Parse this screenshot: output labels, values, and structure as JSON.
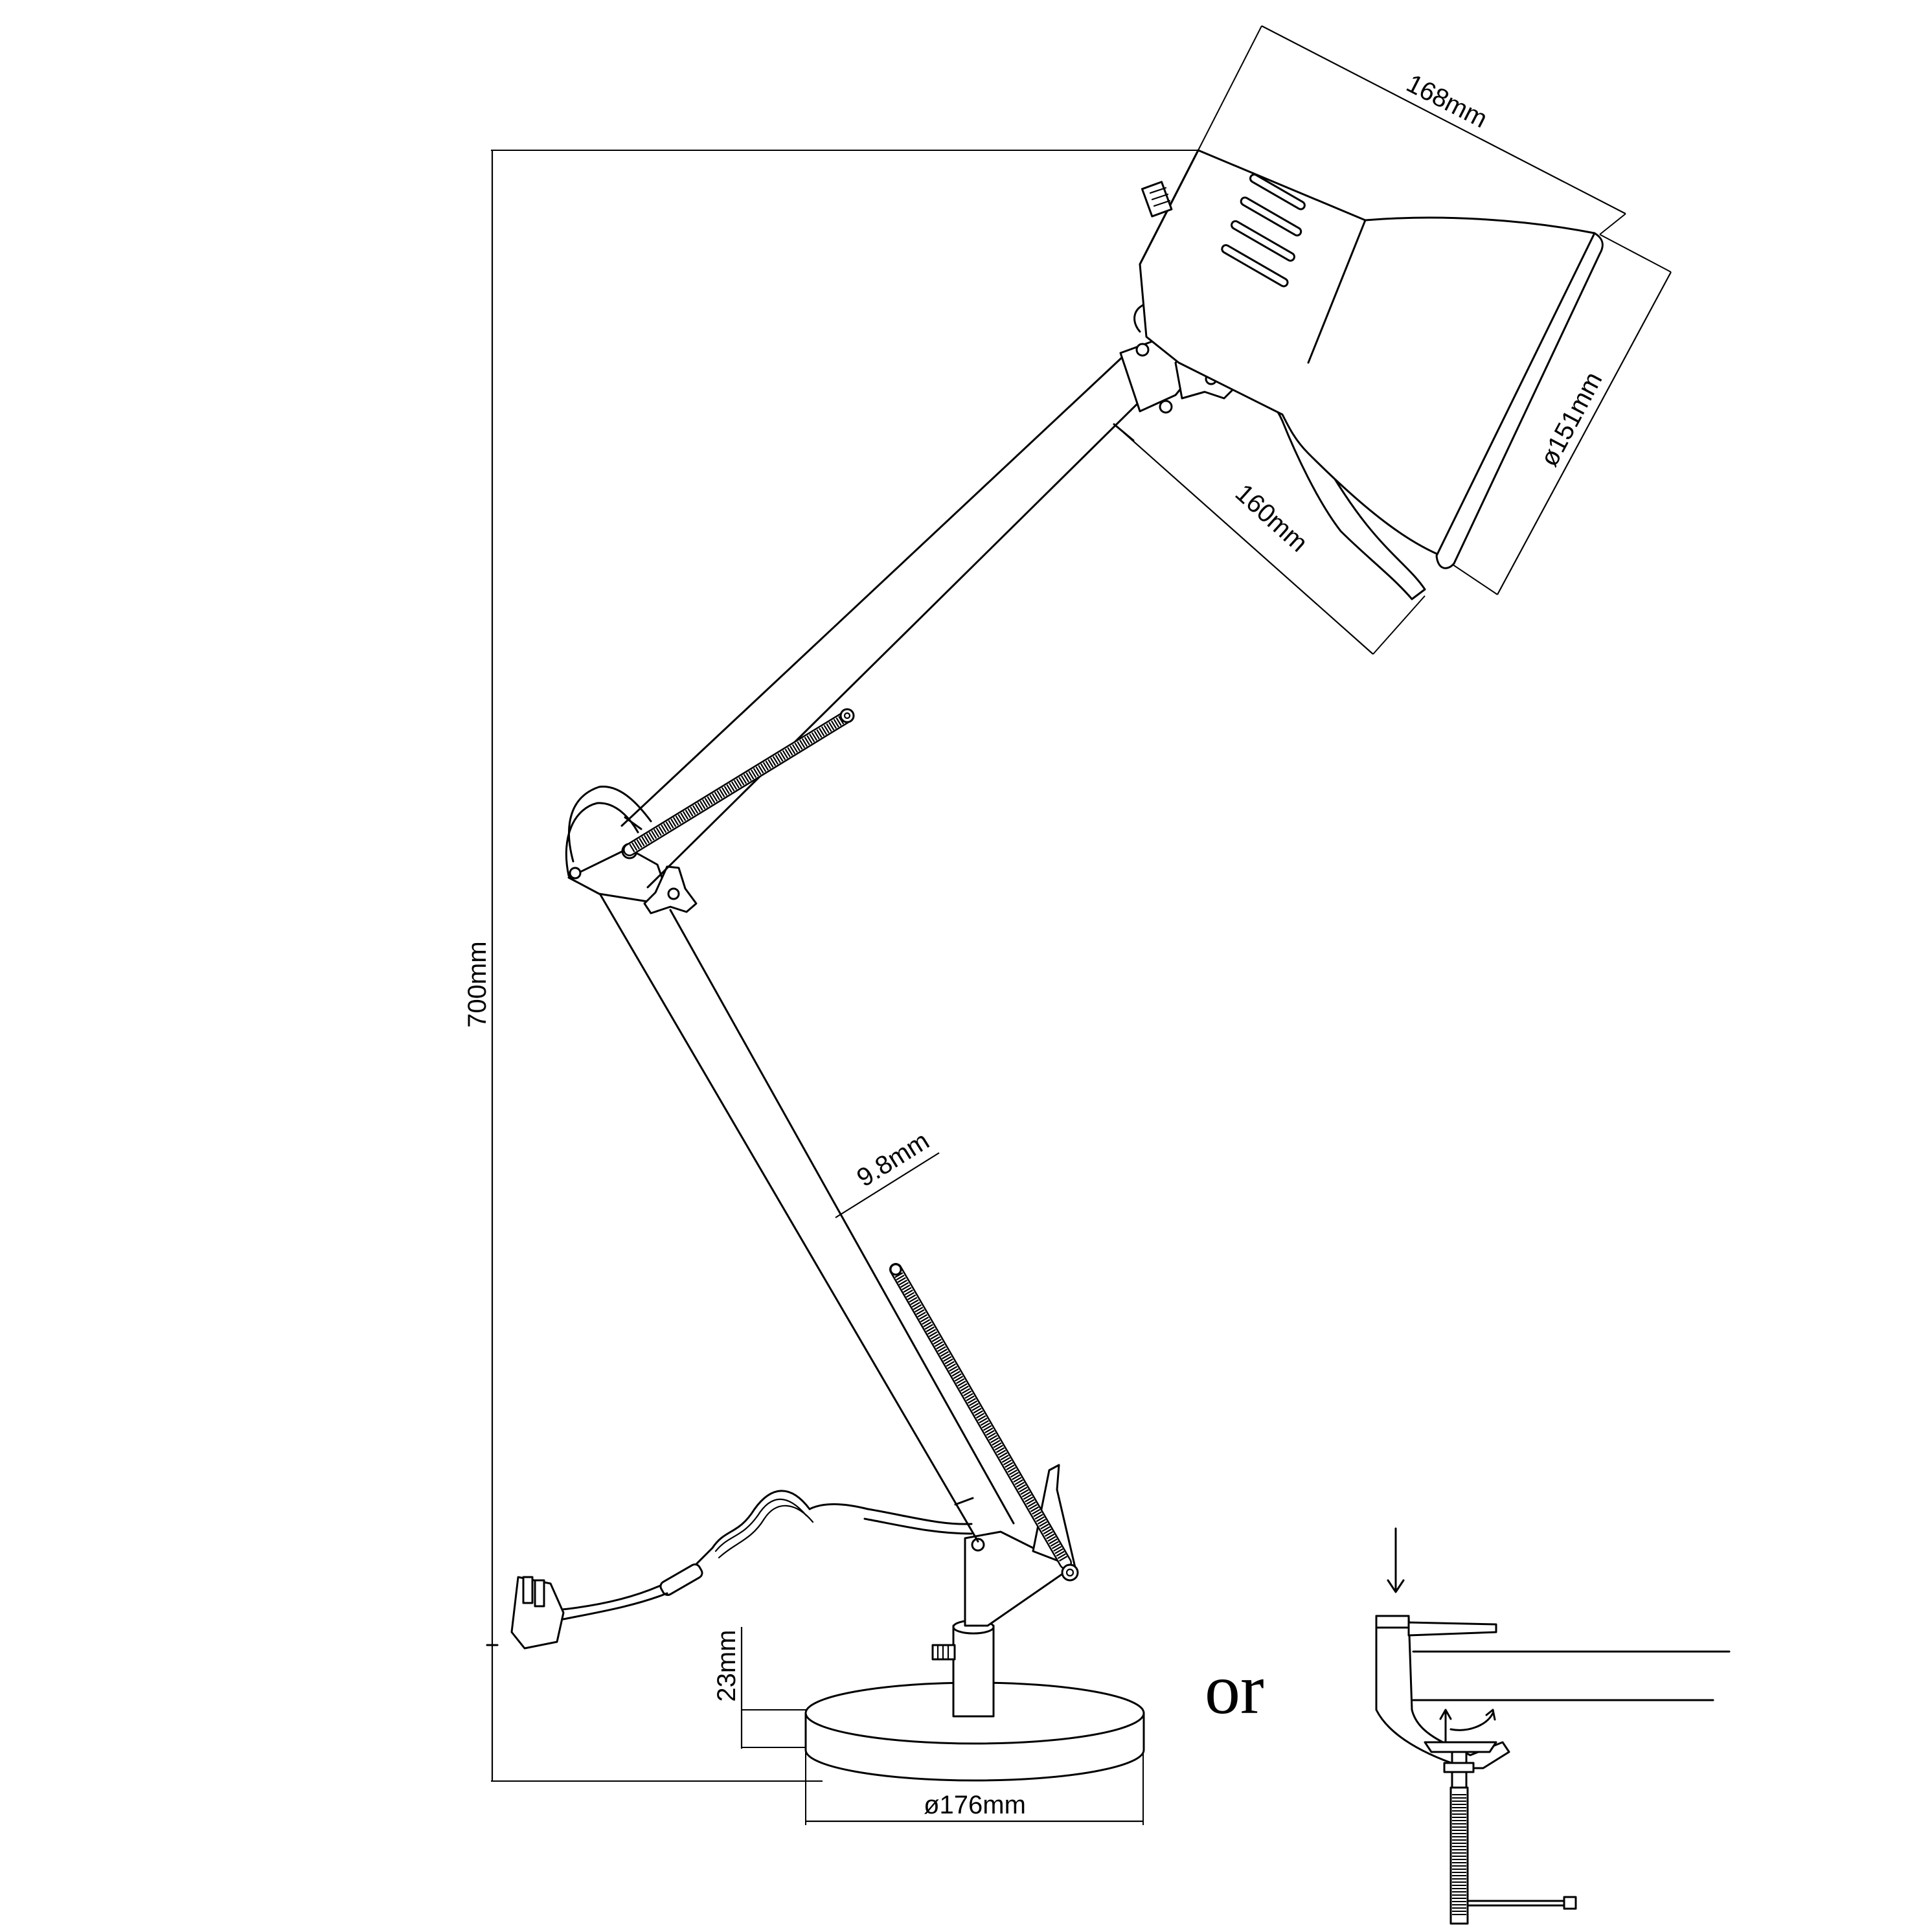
{
  "dimensions": {
    "height": "700mm",
    "shade_length": "168mm",
    "shade_diameter": "ø151mm",
    "head_arm_length": "160mm",
    "arm_width": "9.8mm",
    "base_height": "23mm",
    "base_diameter": "ø176mm"
  },
  "alternative_label": "or"
}
